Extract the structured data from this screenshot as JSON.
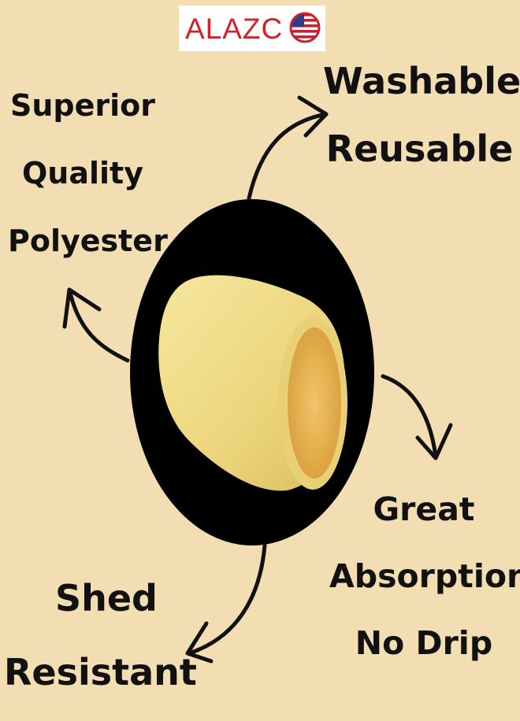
{
  "brand": {
    "name": "ALAZC",
    "flag_icon": "usa-flag-icon",
    "color": "#d4212a"
  },
  "features": {
    "top_left": [
      "Superior",
      "Quality",
      "Polyester"
    ],
    "top_right": [
      "Washable",
      "Reusable"
    ],
    "bottom_right": [
      "Great",
      "Absorption",
      "No Drip"
    ],
    "bottom_left": [
      "Shed",
      "Resistant"
    ]
  },
  "colors": {
    "background": "#f3deb4",
    "circle": "#000000",
    "roller": "#f2e08a"
  },
  "product": {
    "icon": "paint-roller-cover-icon"
  }
}
